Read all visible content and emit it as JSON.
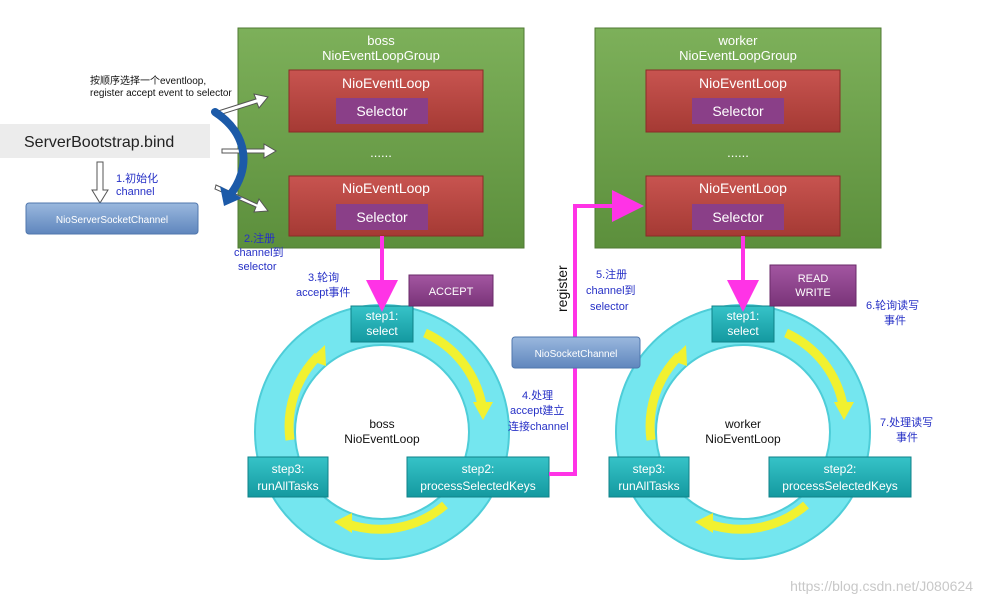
{
  "colors": {
    "group_fill": "#6a9f48",
    "loop_box_fill": "#b2413a",
    "selector_fill": "#8a3f88",
    "step_fill": "#1fb0b5",
    "ring_fill": "#6fe6f0",
    "ring_arrow": "#f1f130",
    "pink_arrow": "#ff33e6",
    "blue_channel": "#7196c8",
    "blue_text": "#2630c6",
    "blue_curve": "#1c5aa8"
  },
  "icons": [
    "ring-arrow-icon",
    "register-arrow-icon",
    "curved-blue-arrow-icon"
  ],
  "boss_group": {
    "title_line1": "boss",
    "title_line2": "NioEventLoopGroup",
    "loop1_label": "NioEventLoop",
    "loop1_selector": "Selector",
    "ellipsis": "......",
    "loop2_label": "NioEventLoop",
    "loop2_selector": "Selector"
  },
  "worker_group": {
    "title_line1": "worker",
    "title_line2": "NioEventLoopGroup",
    "loop1_label": "NioEventLoop",
    "loop1_selector": "Selector",
    "ellipsis": "......",
    "loop2_label": "NioEventLoop",
    "loop2_selector": "Selector"
  },
  "left": {
    "note_line1": "按顺序选择一个eventloop,",
    "note_line2": "register accept event to selector",
    "bootstrap": "ServerBootstrap.bind",
    "init_line1": "1.初始化",
    "init_line2": "channel",
    "server_channel": "NioServerSocketChannel"
  },
  "boss_loop": {
    "step1_line1": "step1:",
    "step1_line2": "select",
    "step2_line1": "step2:",
    "step2_line2": "processSelectedKeys",
    "step3_line1": "step3:",
    "step3_line2": "runAllTasks",
    "center_line1": "boss",
    "center_line2": "NioEventLoop",
    "event_tag": "ACCEPT"
  },
  "worker_loop": {
    "step1_line1": "step1:",
    "step1_line2": "select",
    "step2_line1": "step2:",
    "step2_line2": "processSelectedKeys",
    "step3_line1": "step3:",
    "step3_line2": "runAllTasks",
    "center_line1": "worker",
    "center_line2": "NioEventLoop",
    "event_tag_line1": "READ",
    "event_tag_line2": "WRITE"
  },
  "annotations": {
    "register_channel_line1": "2.注册",
    "register_channel_line2": "channel到",
    "register_channel_line3": "selector",
    "poll_accept_line1": "3.轮询",
    "poll_accept_line2": "accept事件",
    "process_accept_line1": "4.处理",
    "process_accept_line2": "accept建立",
    "process_accept_line3": "连接channel",
    "register_socket_line1": "5.注册",
    "register_socket_line2": "channel到",
    "register_socket_line3": "selector",
    "poll_rw_line1": "6.轮询读写",
    "poll_rw_line2": "事件",
    "process_rw_line1": "7.处理读写",
    "process_rw_line2": "事件",
    "register_vertical": "register"
  },
  "socket_channel": "NioSocketChannel",
  "watermark": "https://blog.csdn.net/J080624"
}
